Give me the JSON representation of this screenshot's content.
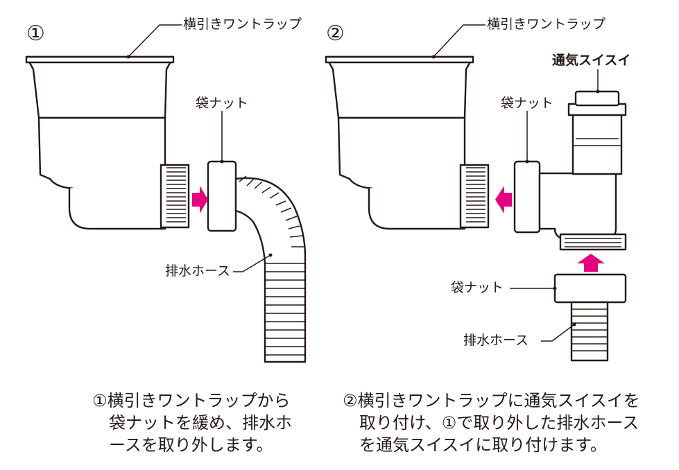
{
  "panel1": {
    "number": "①",
    "label_trap": "横引きワントラップ",
    "label_nut": "袋ナット",
    "label_hose": "排水ホース",
    "caption": [
      "①横引きワントラップから",
      "袋ナットを緩め、排水ホ",
      "ースを取り外します。"
    ]
  },
  "panel2": {
    "number": "②",
    "label_trap": "横引きワントラップ",
    "label_tsuki": "通気スイスイ",
    "label_nut_top": "袋ナット",
    "label_nut_bottom": "袋ナット",
    "label_hose": "排水ホース",
    "caption": [
      "②横引きワントラップに通気スイスイを",
      "取り付け、①で取り外した排水ホース",
      "を通気スイスイに取り付けます。"
    ]
  },
  "colors": {
    "arrow": "#e4007f",
    "line": "#231815",
    "fill": "#ffffff"
  }
}
